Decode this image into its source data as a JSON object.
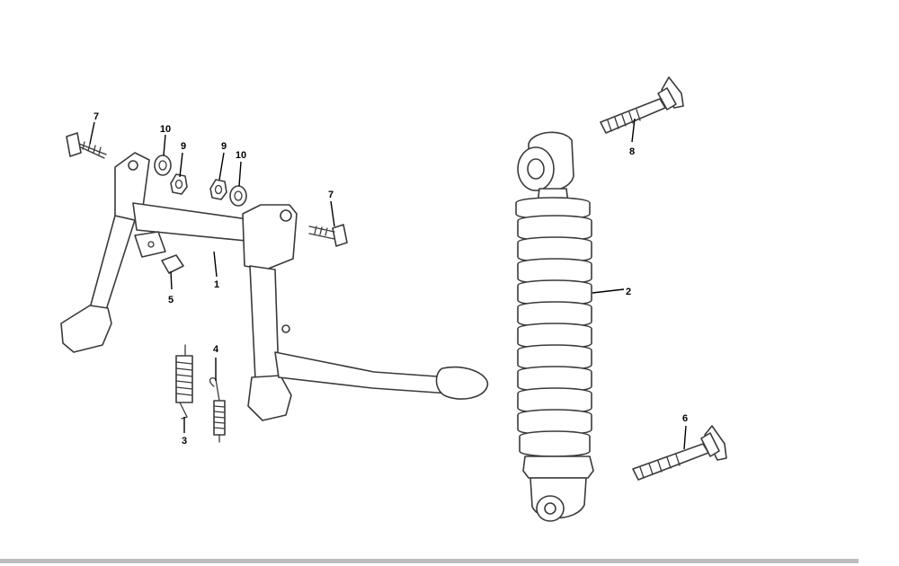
{
  "colors": {
    "background": "#ffffff",
    "line": "#3a3a3a",
    "label": "#000000",
    "bar": "#bdbdbd"
  },
  "callouts": {
    "c1": "1",
    "c2": "2",
    "c3": "3",
    "c4": "4",
    "c5": "5",
    "c6": "6",
    "c7a": "7",
    "c7b": "7",
    "c8": "8",
    "c9a": "9",
    "c9b": "9",
    "c10a": "10",
    "c10b": "10"
  }
}
